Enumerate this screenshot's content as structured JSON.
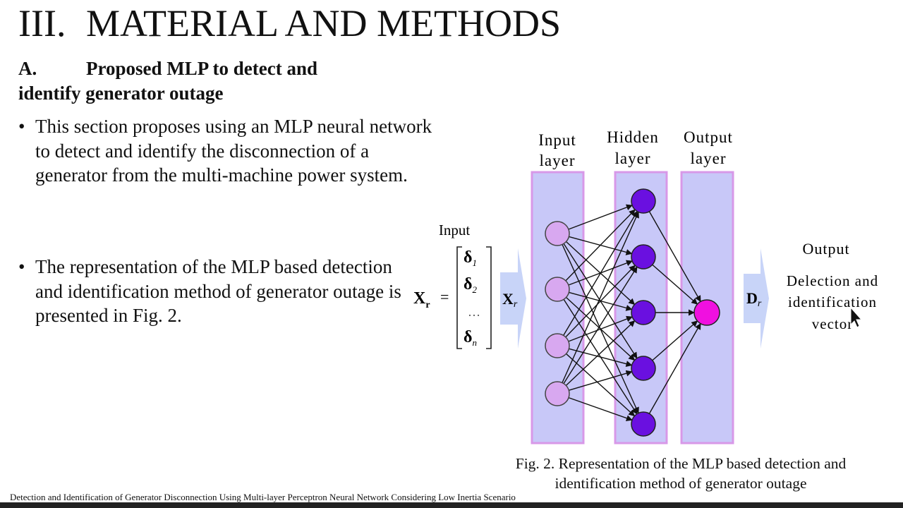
{
  "slide": {
    "section_number": "III.",
    "section_title": "MATERIAL AND METHODS",
    "subsection_letter": "A.",
    "subsection_title_line1": "Proposed MLP to detect and",
    "subsection_title_line2": "identify generator outage",
    "bullet_symbol": "•",
    "bullets": [
      "This section proposes using an MLP neural network to detect and identify the disconnection of a generator from the multi-machine power system.",
      "The representation of the MLP based detection and identification method of generator outage is presented in Fig. 2."
    ],
    "footer": "Detection and Identification of Generator Disconnection Using Multi-layer Perceptron Neural Network Considering Low Inertia Scenario"
  },
  "figure": {
    "input_heading": "Input",
    "vector_lhs": "X",
    "vector_lhs_sub": "r",
    "equals": "=",
    "delta": "δ",
    "delta_subs": [
      "1",
      "2",
      "n"
    ],
    "dots": "…",
    "input_arrow_label": "X",
    "input_arrow_sub": "r",
    "layer_titles": [
      [
        "Input",
        "layer"
      ],
      [
        "Hidden",
        "layer"
      ],
      [
        "Output",
        "layer"
      ]
    ],
    "output_arrow_label": "D",
    "output_arrow_sub": "r",
    "output_heading": "Output",
    "output_desc": [
      "Delection and",
      "identification",
      "vector"
    ],
    "caption_line1": "Fig. 2. Representation of the MLP based detection and",
    "caption_line2": "identification method of generator outage",
    "colors": {
      "layer_fill": "#c8c8f8",
      "layer_border": "#d898e8",
      "input_node": "#d8a8f0",
      "hidden_node": "#6a10e0",
      "output_node": "#f010e0",
      "arrow_fill": "#c8d4f8"
    }
  }
}
